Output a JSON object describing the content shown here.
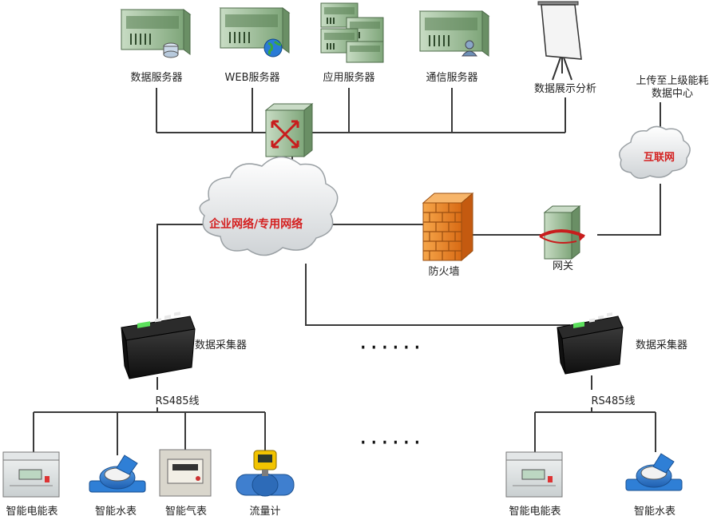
{
  "servers": [
    {
      "label": "数据服务器"
    },
    {
      "label": "WEB服务器"
    },
    {
      "label": "应用服务器"
    },
    {
      "label": "通信服务器"
    }
  ],
  "display": {
    "label": "数据展示分析"
  },
  "upload": {
    "line1": "上传至上级能耗",
    "line2": "数据中心"
  },
  "internet": {
    "label": "互联网"
  },
  "enterprise_network": {
    "label": "企业网络/专用网络"
  },
  "firewall": {
    "label": "防火墙"
  },
  "gateway": {
    "label": "网关"
  },
  "collectors": [
    {
      "label": "数据采集器",
      "bus": "RS485线"
    },
    {
      "label": "数据采集器",
      "bus": "RS485线"
    }
  ],
  "ellipsis": {
    "text": "······"
  },
  "left_devices": [
    {
      "label": "智能电能表"
    },
    {
      "label": "智能水表"
    },
    {
      "label": "智能气表"
    },
    {
      "label": "流量计"
    }
  ],
  "right_devices": [
    {
      "label": "智能电能表"
    },
    {
      "label": "智能水表"
    }
  ],
  "colors": {
    "server_green": "#9fc09a",
    "line_color": "#3a3a3a",
    "cloud_text": "#d42020",
    "firewall_orange": "#f08a2a",
    "water_meter_blue": "#2f7fd6"
  }
}
